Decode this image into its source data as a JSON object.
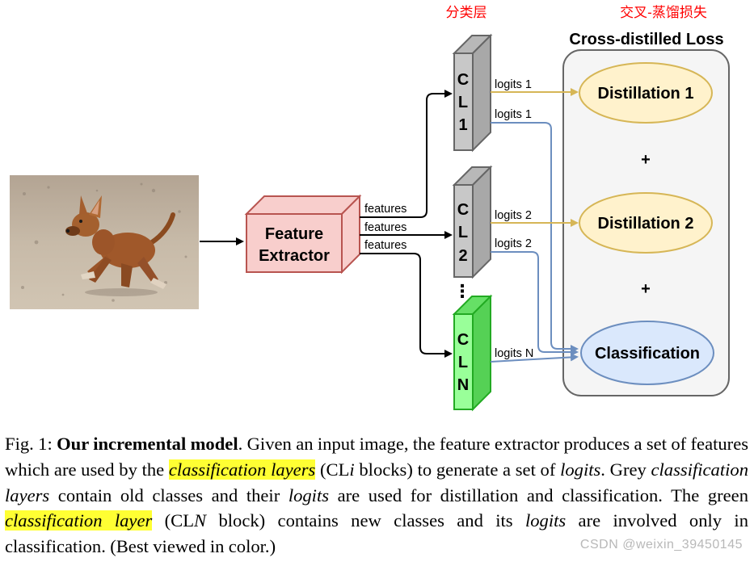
{
  "chinese_labels": {
    "classification_layers": "分类层",
    "cross_distill_loss": "交叉-蒸馏损失"
  },
  "loss_box": {
    "title": "Cross-distilled Loss"
  },
  "feature_extractor": {
    "line1": "Feature",
    "line2": "Extractor"
  },
  "features_label": "features",
  "cl_blocks": [
    {
      "chars": [
        "C",
        "L",
        "1"
      ],
      "color": "#c8c8c8"
    },
    {
      "chars": [
        "C",
        "L",
        "2"
      ],
      "color": "#c8c8c8"
    },
    {
      "chars": [
        "C",
        "L",
        "N"
      ],
      "color": "#99ff99"
    }
  ],
  "logits": {
    "l1a": "logits 1",
    "l1b": "logits 1",
    "l2a": "logits 2",
    "l2b": "logits 2",
    "lN": "logits N"
  },
  "loss_nodes": {
    "d1": "Distillation 1",
    "d2": "Distillation 2",
    "cls": "Classification",
    "plus": "+"
  },
  "dots": "⋮",
  "colors": {
    "distill_arrow": "#d6b656",
    "class_arrow": "#6c8ebf",
    "distill_fill": "#fff2cc",
    "class_fill": "#dae8fc",
    "fe_fill": "#f8cecc",
    "fe_stroke": "#b85450",
    "chinese_text": "#ff0000"
  },
  "image": {
    "subject": "puppy running on sand"
  },
  "caption": {
    "fig": "Fig. 1: ",
    "bold": "Our incremental model",
    "t1": ". Given an input image, the feature extractor produces a set of features which are used by the ",
    "hl1": "classification layers",
    "t2": " (CL",
    "i1": "i",
    "t3": " blocks) to generate a set of ",
    "i2": "logits",
    "t4": ". Grey ",
    "i3": "classification layers",
    "t5": " contain old classes and their ",
    "i4": "logits",
    "t6": " are used for distillation and classification. The green ",
    "hl2": "classification layer",
    "t7": " (CL",
    "i5": "N",
    "t8": " block) contains new classes and its ",
    "i6": "logits",
    "t9": " are involved only in classification. (Best viewed in color.)"
  },
  "watermark": "CSDN @weixin_39450145"
}
